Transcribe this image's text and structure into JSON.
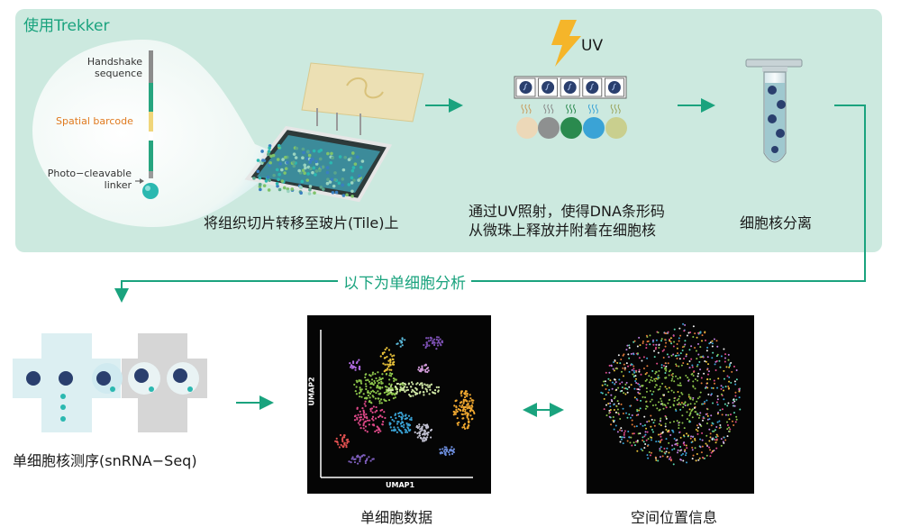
{
  "top_panel": {
    "title": "使用Trekker",
    "probe_labels": {
      "handshake": [
        "Handshake",
        "sequence"
      ],
      "barcode": "Spatial barcode",
      "linker": [
        "Photo−cleavable",
        "linker"
      ]
    },
    "step1_caption": "将组织切片转移至玻片(Tile)上",
    "uv_label": "UV",
    "step2_caption": [
      "通过UV照射，使得DNA条形码",
      "从微珠上释放并附着在细胞核"
    ],
    "step3_caption": "细胞核分离"
  },
  "divider_label": "以下为单细胞分析",
  "bottom": {
    "seq_caption": "单细胞核测序(snRNA−Seq)",
    "umap_caption": "单细胞数据",
    "umap_xlabel": "UMAP1",
    "umap_ylabel": "UMAP2",
    "spatial_caption": "空间位置信息"
  },
  "colors": {
    "panel_bg": "#cce9df",
    "accent_green": "#1aa37e",
    "barcode_orange": "#e07a1f",
    "nucleus_navy": "#2a3f6e",
    "bead_teal": "#2bb8b0",
    "uv_yellow": "#f5b52a"
  }
}
